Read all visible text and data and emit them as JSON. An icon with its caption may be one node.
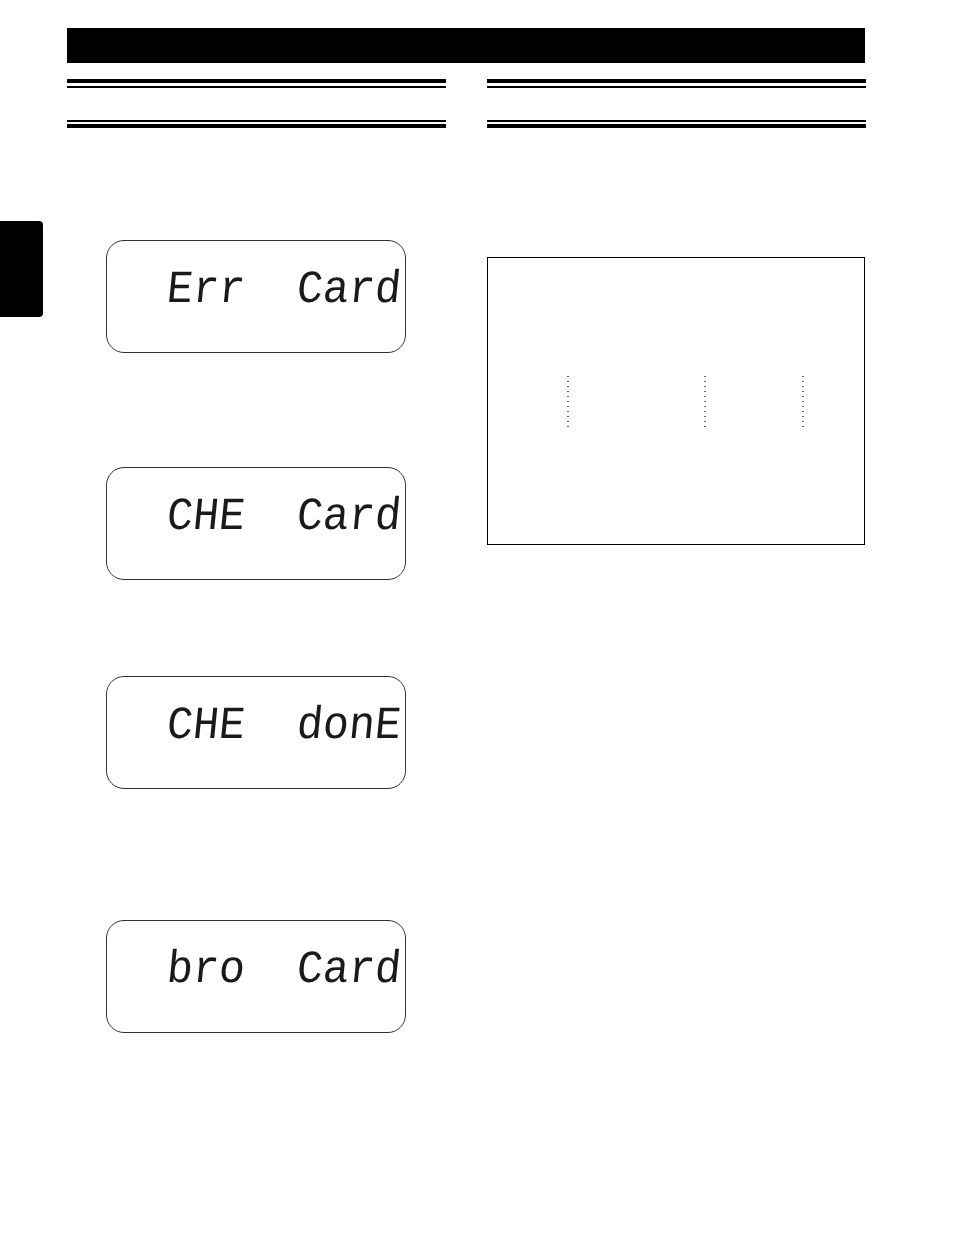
{
  "diagram": {
    "nodes": [
      {
        "text": [],
        "shape": "box"
      },
      {
        "text": [
          "Err",
          "Card"
        ]
      },
      {
        "text": [
          "CHE",
          "Card"
        ]
      },
      {
        "text": [
          "CHE",
          "donE"
        ]
      },
      {
        "text": [
          "bro",
          "Card"
        ]
      }
    ]
  }
}
